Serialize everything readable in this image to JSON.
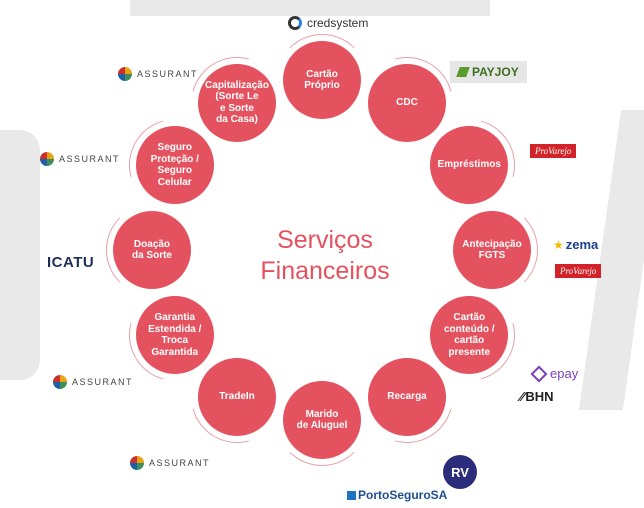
{
  "center": {
    "line1": "Serviços",
    "line2": "Financeiros"
  },
  "nodes": [
    {
      "id": "cartao-proprio",
      "label": "Cartão\nPróprio"
    },
    {
      "id": "cdc",
      "label": "CDC"
    },
    {
      "id": "emprestimos",
      "label": "Empréstimos"
    },
    {
      "id": "antecipacao-fgts",
      "label": "Antecipação\nFGTS"
    },
    {
      "id": "cartao-conteudo",
      "label": "Cartão\nconteúdo /\ncartão\npresente"
    },
    {
      "id": "recarga",
      "label": "Recarga"
    },
    {
      "id": "marido-de-aluguel",
      "label": "Marido\nde Aluguel"
    },
    {
      "id": "tradein",
      "label": "TradeIn"
    },
    {
      "id": "garantia",
      "label": "Garantia\nEstendida /\nTroca\nGarantida"
    },
    {
      "id": "doacao",
      "label": "Doação\nda Sorte"
    },
    {
      "id": "seguro",
      "label": "Seguro\nProteção /\nSeguro\nCelular"
    },
    {
      "id": "capitalizacao",
      "label": "Capitalização\n(Sorte Le\ne Sorte\nda Casa)"
    }
  ],
  "partners": {
    "credsystem": "credsystem",
    "payjoy": "PAYJOY",
    "provarejo": "ProVarejo",
    "zema": "zema",
    "epay": "epay",
    "bhn": "BHN",
    "rv": "RV",
    "porto": "PortoSeguroSA",
    "icatu": "ICATU",
    "assurant": "ASSURANT"
  },
  "colors": {
    "node": "#e5525f",
    "arc": "#e7a0a6",
    "background_shape": "#e9e9ea"
  }
}
